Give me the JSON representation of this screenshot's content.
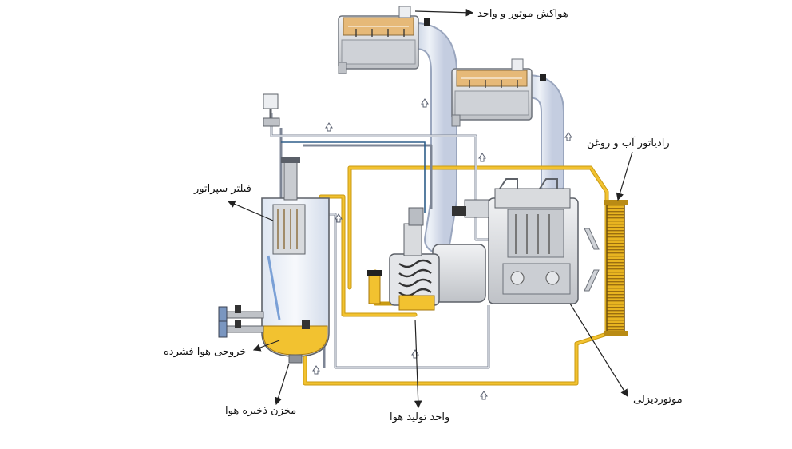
{
  "labels": {
    "air_filter": "هواکش موتور و واحد",
    "radiator": "رادیاتور آب و روغن",
    "separator_filter": "فیلتر سپراتور",
    "compressed_air_outlet": "خروجی هوا فشرده",
    "air_receiver_tank": "مخزن ذخیره هوا",
    "air_end_unit": "واحد تولید هوا",
    "diesel_engine": "موتوردیزلی"
  },
  "colors": {
    "oil_line": "#E8B420",
    "oil_fill": "#F2C230",
    "air_duct": "#DDE4F0",
    "air_duct_edge": "#9AA6BE",
    "metal": "#D6D8DC",
    "metal_dark": "#8E9299",
    "tank_water": "#BFD3EE",
    "line_dark": "#3A4050",
    "arrow": "#5A6070"
  }
}
